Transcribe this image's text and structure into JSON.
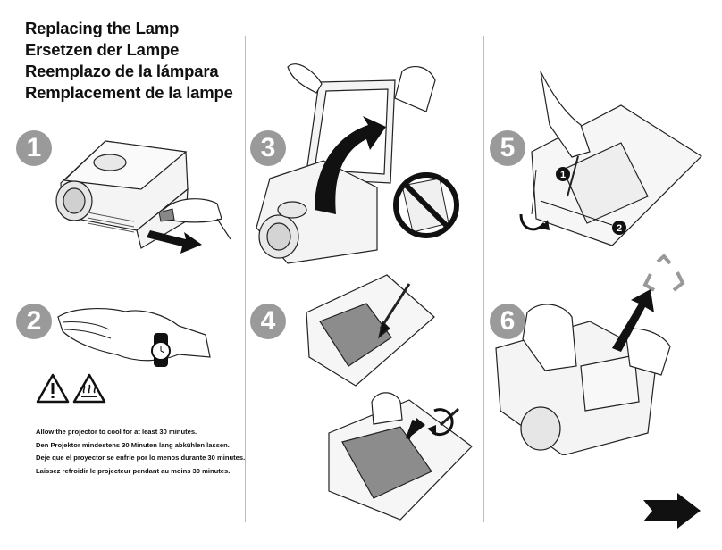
{
  "titles": [
    "Replacing the Lamp",
    "Ersetzen der Lampe",
    "Reemplazo de la lámpara",
    "Remplacement de la lampe"
  ],
  "steps": [
    "1",
    "2",
    "3",
    "4",
    "5",
    "6"
  ],
  "callouts": [
    "1",
    "2"
  ],
  "cool_text": [
    "Allow the projector to cool for at least 30 minutes.",
    "Den Projektor mindestens 30 Minuten lang abkühlen lassen.",
    "Deje que el proyector se enfríe por lo menos durante 30 minutes.",
    "Laissez refroidir le projecteur pendant au moins 30 minutes."
  ],
  "icons": {
    "warning": "warning-triangle-icon",
    "hot_surface": "hot-surface-icon",
    "no_touch": "no-touch-lamp-icon",
    "recycle": "recycle-icon",
    "next": "next-arrow-icon"
  },
  "colors": {
    "step_badge": "#9a9a9a",
    "arrow": "#111111",
    "divider": "#bdbdbd"
  }
}
